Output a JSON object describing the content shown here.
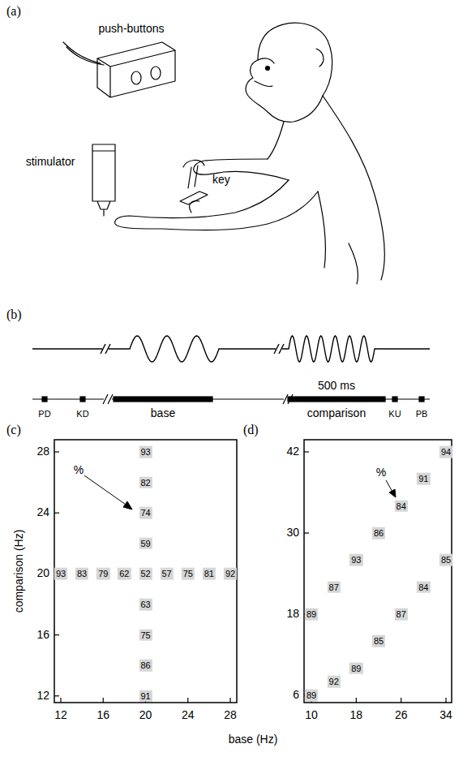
{
  "diagram": {
    "nodes": [
      {
        "text": [
          "93"
        ]
      },
      {
        "text": [
          "82"
        ]
      },
      {
        "text": [
          "74"
        ]
      },
      {
        "text": [
          "59"
        ]
      },
      {
        "text": [
          "93"
        ]
      },
      {
        "text": [
          "83"
        ]
      },
      {
        "text": [
          "79"
        ]
      },
      {
        "text": [
          "62"
        ]
      },
      {
        "text": [
          "52"
        ]
      },
      {
        "text": [
          "57"
        ]
      },
      {
        "text": [
          "75"
        ]
      },
      {
        "text": [
          "81"
        ]
      },
      {
        "text": [
          "92"
        ]
      },
      {
        "text": [
          "63"
        ]
      },
      {
        "text": [
          "75"
        ]
      },
      {
        "text": [
          "86"
        ]
      },
      {
        "text": [
          "91"
        ]
      },
      {
        "text": [
          "94"
        ]
      },
      {
        "text": [
          "91"
        ]
      },
      {
        "text": [
          "84"
        ]
      },
      {
        "text": [
          "86"
        ]
      },
      {
        "text": [
          "93"
        ]
      },
      {
        "text": [
          "87"
        ]
      },
      {
        "text": [
          "89"
        ]
      },
      {
        "text": [
          "85"
        ]
      },
      {
        "text": [
          "84"
        ]
      },
      {
        "text": [
          "87"
        ]
      },
      {
        "text": [
          "85"
        ]
      },
      {
        "text": [
          "89"
        ]
      },
      {
        "text": [
          "92"
        ]
      },
      {
        "text": [
          "89"
        ]
      }
    ],
    "edges": [],
    "labels": [
      "(a)",
      "push-buttons",
      "stimulator",
      "key",
      "(b)",
      "500 ms",
      "PD",
      "KD",
      "base",
      "comparison",
      "KU",
      "PB",
      "(c)",
      "(d)",
      "%",
      "%",
      "28",
      "24",
      "20",
      "16",
      "12",
      "comparison (Hz)",
      "12",
      "16",
      "20",
      "24",
      "28",
      "42",
      "30",
      "18",
      "6",
      "10",
      "18",
      "26",
      "34",
      "base (Hz)"
    ]
  }
}
